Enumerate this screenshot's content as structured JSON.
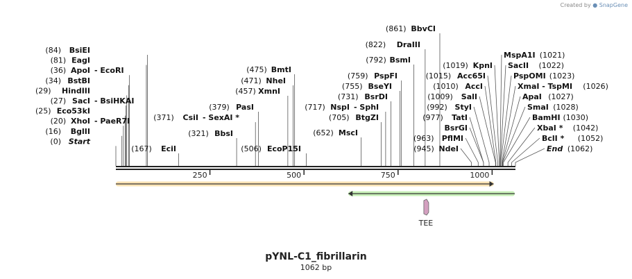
{
  "watermark": {
    "prefix": "Created by",
    "brand": "SnapGene"
  },
  "map": {
    "name": "pYNL-C1_fibrillarin",
    "length_label": "1062 bp",
    "length": 1062,
    "ticks": [
      {
        "value": 250,
        "label": "250"
      },
      {
        "value": 500,
        "label": "500"
      },
      {
        "value": 750,
        "label": "750"
      },
      {
        "value": 1000,
        "label": "1000"
      }
    ]
  },
  "left_labels": [
    {
      "pos": "(84)",
      "name": "BsiEI",
      "extra": "",
      "site": 84
    },
    {
      "pos": "(81)",
      "name": "EagI",
      "extra": "",
      "site": 81
    },
    {
      "pos": "(36)",
      "name": "ApoI",
      "extra": "- EcoRI",
      "site": 36
    },
    {
      "pos": "(34)",
      "name": "BstBI",
      "extra": "",
      "site": 34
    },
    {
      "pos": "(29)",
      "name": "HindIII",
      "extra": "",
      "site": 29
    },
    {
      "pos": "(27)",
      "name": "SacI",
      "extra": "- BsiHKAI",
      "site": 27
    },
    {
      "pos": "(25)",
      "name": "Eco53kI",
      "extra": "",
      "site": 25
    },
    {
      "pos": "(20)",
      "name": "XhoI",
      "extra": "- PaeR7I",
      "site": 20
    },
    {
      "pos": "(16)",
      "name": "BglII",
      "extra": "",
      "site": 16
    },
    {
      "pos": "(0)",
      "name": "Start",
      "extra": "",
      "site": 0
    }
  ],
  "middle_labels": [
    {
      "pos": "(167)",
      "name": "EciI",
      "extra": "",
      "site": 167
    },
    {
      "pos": "(371)",
      "name": "CsiI",
      "extra": "- SexAI *",
      "site": 371
    },
    {
      "pos": "(379)",
      "name": "PasI",
      "extra": "",
      "site": 379
    },
    {
      "pos": "(321)",
      "name": "BbsI",
      "extra": "",
      "site": 321
    },
    {
      "pos": "(475)",
      "name": "BmtI",
      "extra": "",
      "site": 475
    },
    {
      "pos": "(471)",
      "name": "NheI",
      "extra": "",
      "site": 471
    },
    {
      "pos": "(457)",
      "name": "XmnI",
      "extra": "",
      "site": 457
    },
    {
      "pos": "(506)",
      "name": "EcoP15I",
      "extra": "",
      "site": 506
    },
    {
      "pos": "(717)",
      "name": "NspI",
      "extra": "- SphI",
      "site": 717
    },
    {
      "pos": "(759)",
      "name": "PspFI",
      "extra": "",
      "site": 759
    },
    {
      "pos": "(755)",
      "name": "BseYI",
      "extra": "",
      "site": 755
    },
    {
      "pos": "(731)",
      "name": "BsrDI",
      "extra": "",
      "site": 731
    },
    {
      "pos": "(705)",
      "name": "BtgZI",
      "extra": "",
      "site": 705
    },
    {
      "pos": "(652)",
      "name": "MscI",
      "extra": "",
      "site": 652
    },
    {
      "pos": "(792)",
      "name": "BsmI",
      "extra": "",
      "site": 792
    },
    {
      "pos": "(822)",
      "name": "DraIII",
      "extra": "",
      "site": 822
    },
    {
      "pos": "(861)",
      "name": "BbvCI",
      "extra": "",
      "site": 861
    }
  ],
  "right_labels": [
    {
      "pos": "(1019)",
      "name": "KpnI",
      "extra": "",
      "site": 1019
    },
    {
      "pos": "(1015)",
      "name": "Acc65I",
      "extra": "",
      "site": 1015
    },
    {
      "pos": "(1010)",
      "name": "AccI",
      "extra": "",
      "site": 1010
    },
    {
      "pos": "(1009)",
      "name": "SalI",
      "extra": "",
      "site": 1009
    },
    {
      "pos": "(992)",
      "name": "StyI",
      "extra": "",
      "site": 992
    },
    {
      "pos": "(977)",
      "name": "TatI",
      "extra": "",
      "site": 977
    },
    {
      "pos": "",
      "name": "BsrGI",
      "extra": "",
      "site": 977
    },
    {
      "pos": "(963)",
      "name": "PflMI",
      "extra": "",
      "site": 963
    },
    {
      "pos": "(945)",
      "name": "NdeI",
      "extra": "",
      "site": 945
    }
  ],
  "far_right_labels": [
    {
      "pos": "(1021)",
      "name": "MspA1I",
      "extra": "",
      "site": 1021
    },
    {
      "pos": "(1022)",
      "name": "SacII",
      "extra": "",
      "site": 1022
    },
    {
      "pos": "(1023)",
      "name": "PspOMI",
      "extra": "",
      "site": 1023
    },
    {
      "pos": "(1026)",
      "name": "XmaI",
      "extra": "- TspMI",
      "site": 1026
    },
    {
      "pos": "(1027)",
      "name": "ApaI",
      "extra": "",
      "site": 1027
    },
    {
      "pos": "(1028)",
      "name": "SmaI",
      "extra": "",
      "site": 1028
    },
    {
      "pos": "(1030)",
      "name": "BamHI",
      "extra": "",
      "site": 1030
    },
    {
      "pos": "(1042)",
      "name": "XbaI *",
      "extra": "",
      "site": 1042
    },
    {
      "pos": "(1052)",
      "name": "BclI *",
      "extra": "",
      "site": 1052
    },
    {
      "pos": "(1062)",
      "name": "End",
      "extra": "",
      "site": 1062
    }
  ],
  "features": [
    {
      "name": "",
      "start": 0,
      "end": 1004,
      "direction": "forward",
      "color": "#f4a12e",
      "fill": "#fbe3b4"
    },
    {
      "name": "",
      "start": 618,
      "end": 1060,
      "direction": "reverse",
      "color": "#3fae2a",
      "fill": "#c8f0b8"
    }
  ],
  "small_feature": {
    "name": "TEE",
    "site": 824,
    "color": "#d4a0c0"
  }
}
